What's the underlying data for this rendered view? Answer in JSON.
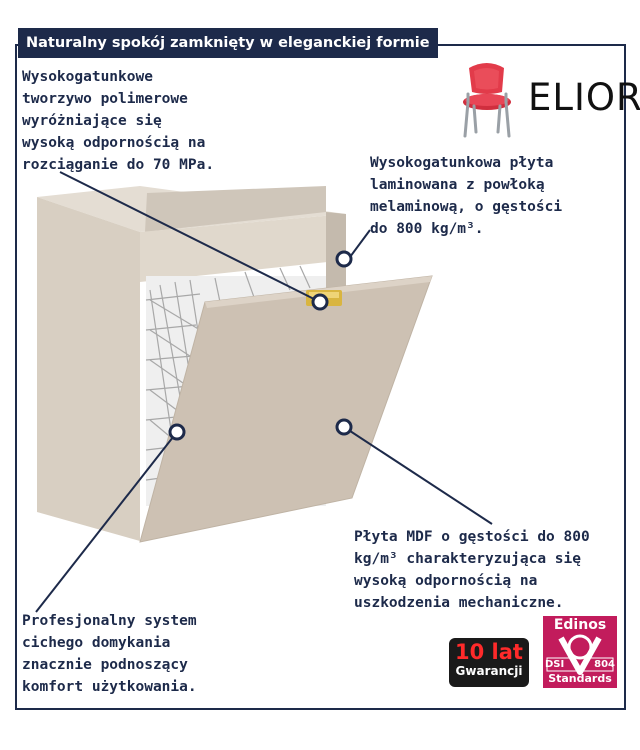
{
  "header": {
    "title": "Naturalny spokój zamknięty w eleganckiej formie"
  },
  "callouts": {
    "polymer": "Wysokogatunkowe\ntworzywo polimerowe\nwyróżniające się\nwysoką odpornością na\nrozciąganie do 70 MPa.",
    "laminate": "Wysokogatunkowa płyta\nlaminowana z powłoką\nmelaminową, o gęstości\ndo 800 kg/m³.",
    "mdf": "Płyta MDF o gęstości do 800\nkg/m³ charakteryzująca się\nwysoką odpornością na\nuszkodzenia mechaniczne.",
    "soft_close": "Profesjonalny system\ncichego domykania\nznacznie podnoszący\nkomfort użytkowania."
  },
  "brand": {
    "name": "ELIOR",
    "icon": "chair-icon"
  },
  "badges": {
    "warranty_years": "10 lat",
    "warranty_label": "Gwarancji",
    "edinos_title": "Edinos",
    "edinos_code_left": "DSI",
    "edinos_code_right": "804",
    "edinos_label": "Standards"
  },
  "colors": {
    "navy": "#1d2a4a",
    "cabinet": "#d9d0c4",
    "front": "#cdc1b3",
    "handle": "#d9b540",
    "chair": "#e23b4a",
    "edinos": "#c21c5c",
    "warranty_red": "#ff2a2a"
  }
}
